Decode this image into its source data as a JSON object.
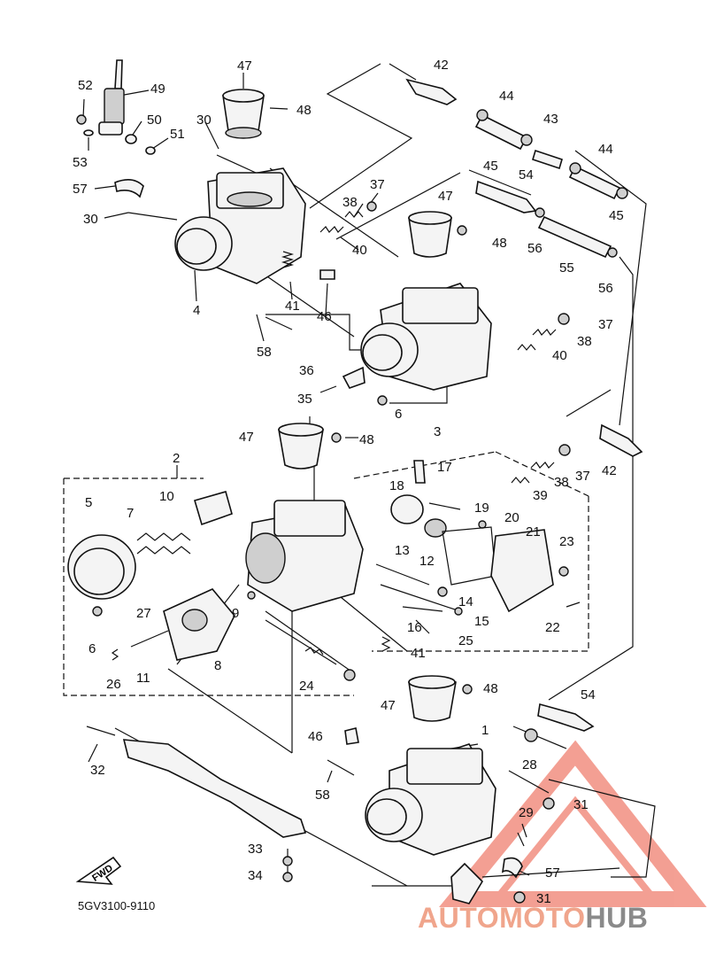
{
  "diagram": {
    "code": "5GV3100-9110",
    "direction_label": "FWD",
    "labels": [
      {
        "id": "52",
        "text": "52"
      },
      {
        "id": "49",
        "text": "49"
      },
      {
        "id": "50",
        "text": "50"
      },
      {
        "id": "51",
        "text": "51"
      },
      {
        "id": "53",
        "text": "53"
      },
      {
        "id": "47a",
        "text": "47"
      },
      {
        "id": "48a",
        "text": "48"
      },
      {
        "id": "30a",
        "text": "30"
      },
      {
        "id": "57a",
        "text": "57"
      },
      {
        "id": "30b",
        "text": "30"
      },
      {
        "id": "38a",
        "text": "38"
      },
      {
        "id": "37a",
        "text": "37"
      },
      {
        "id": "40a",
        "text": "40"
      },
      {
        "id": "47b",
        "text": "47"
      },
      {
        "id": "48b",
        "text": "48"
      },
      {
        "id": "4",
        "text": "4"
      },
      {
        "id": "41a",
        "text": "41"
      },
      {
        "id": "46a",
        "text": "46"
      },
      {
        "id": "58a",
        "text": "58"
      },
      {
        "id": "42a",
        "text": "42"
      },
      {
        "id": "44a",
        "text": "44"
      },
      {
        "id": "43",
        "text": "43"
      },
      {
        "id": "44b",
        "text": "44"
      },
      {
        "id": "45a",
        "text": "45"
      },
      {
        "id": "54a",
        "text": "54"
      },
      {
        "id": "45b",
        "text": "45"
      },
      {
        "id": "56a",
        "text": "56"
      },
      {
        "id": "55",
        "text": "55"
      },
      {
        "id": "56b",
        "text": "56"
      },
      {
        "id": "37b",
        "text": "37"
      },
      {
        "id": "38b",
        "text": "38"
      },
      {
        "id": "40b",
        "text": "40"
      },
      {
        "id": "36",
        "text": "36"
      },
      {
        "id": "35",
        "text": "35"
      },
      {
        "id": "6a",
        "text": "6"
      },
      {
        "id": "3",
        "text": "3"
      },
      {
        "id": "47c",
        "text": "47"
      },
      {
        "id": "48c",
        "text": "48"
      },
      {
        "id": "2",
        "text": "2"
      },
      {
        "id": "42b",
        "text": "42"
      },
      {
        "id": "17",
        "text": "17"
      },
      {
        "id": "37c",
        "text": "37"
      },
      {
        "id": "38c",
        "text": "38"
      },
      {
        "id": "39",
        "text": "39"
      },
      {
        "id": "18",
        "text": "18"
      },
      {
        "id": "19",
        "text": "19"
      },
      {
        "id": "20",
        "text": "20"
      },
      {
        "id": "21",
        "text": "21"
      },
      {
        "id": "5",
        "text": "5"
      },
      {
        "id": "10",
        "text": "10"
      },
      {
        "id": "7",
        "text": "7"
      },
      {
        "id": "13",
        "text": "13"
      },
      {
        "id": "12",
        "text": "12"
      },
      {
        "id": "23",
        "text": "23"
      },
      {
        "id": "14",
        "text": "14"
      },
      {
        "id": "15",
        "text": "15"
      },
      {
        "id": "16",
        "text": "16"
      },
      {
        "id": "25",
        "text": "25"
      },
      {
        "id": "22",
        "text": "22"
      },
      {
        "id": "27",
        "text": "27"
      },
      {
        "id": "9",
        "text": "9"
      },
      {
        "id": "6b",
        "text": "6"
      },
      {
        "id": "8",
        "text": "8"
      },
      {
        "id": "26",
        "text": "26"
      },
      {
        "id": "11",
        "text": "11"
      },
      {
        "id": "41b",
        "text": "41"
      },
      {
        "id": "24",
        "text": "24"
      },
      {
        "id": "54b",
        "text": "54"
      },
      {
        "id": "47d",
        "text": "47"
      },
      {
        "id": "48d",
        "text": "48"
      },
      {
        "id": "46b",
        "text": "46"
      },
      {
        "id": "1",
        "text": "1"
      },
      {
        "id": "32",
        "text": "32"
      },
      {
        "id": "58b",
        "text": "58"
      },
      {
        "id": "28",
        "text": "28"
      },
      {
        "id": "31a",
        "text": "31"
      },
      {
        "id": "29",
        "text": "29"
      },
      {
        "id": "33",
        "text": "33"
      },
      {
        "id": "57b",
        "text": "57"
      },
      {
        "id": "34",
        "text": "34"
      },
      {
        "id": "31b",
        "text": "31"
      }
    ]
  },
  "watermark": {
    "part1": "AUTOMOTO",
    "part2": "HUB",
    "color1": "#f0a58c",
    "color2": "#8a8a8a",
    "triangle_color": "#f08070"
  }
}
